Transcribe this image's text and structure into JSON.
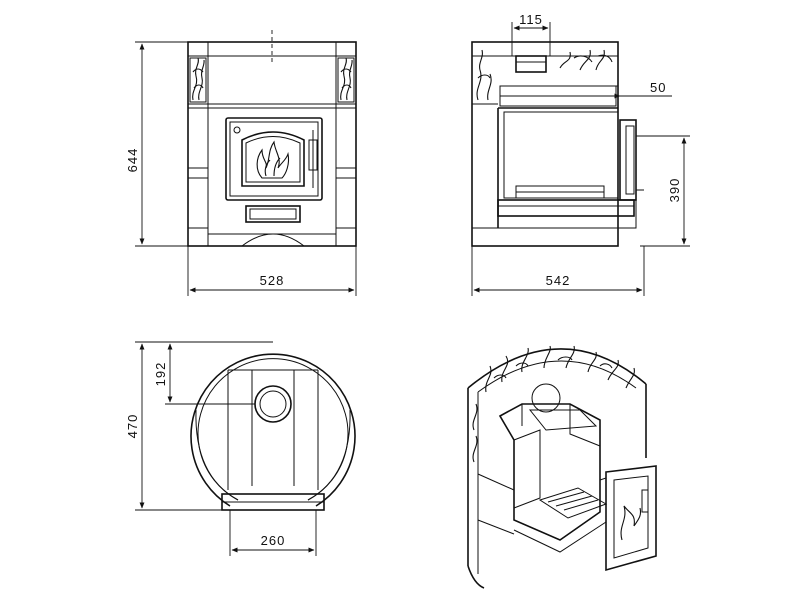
{
  "dimensions": {
    "front_height": "644",
    "front_width": "528",
    "side_top_width": "115",
    "side_offset": "50",
    "side_height": "390",
    "side_width": "542",
    "plan_offset": "192",
    "plan_depth": "470",
    "plan_base_width": "260"
  }
}
